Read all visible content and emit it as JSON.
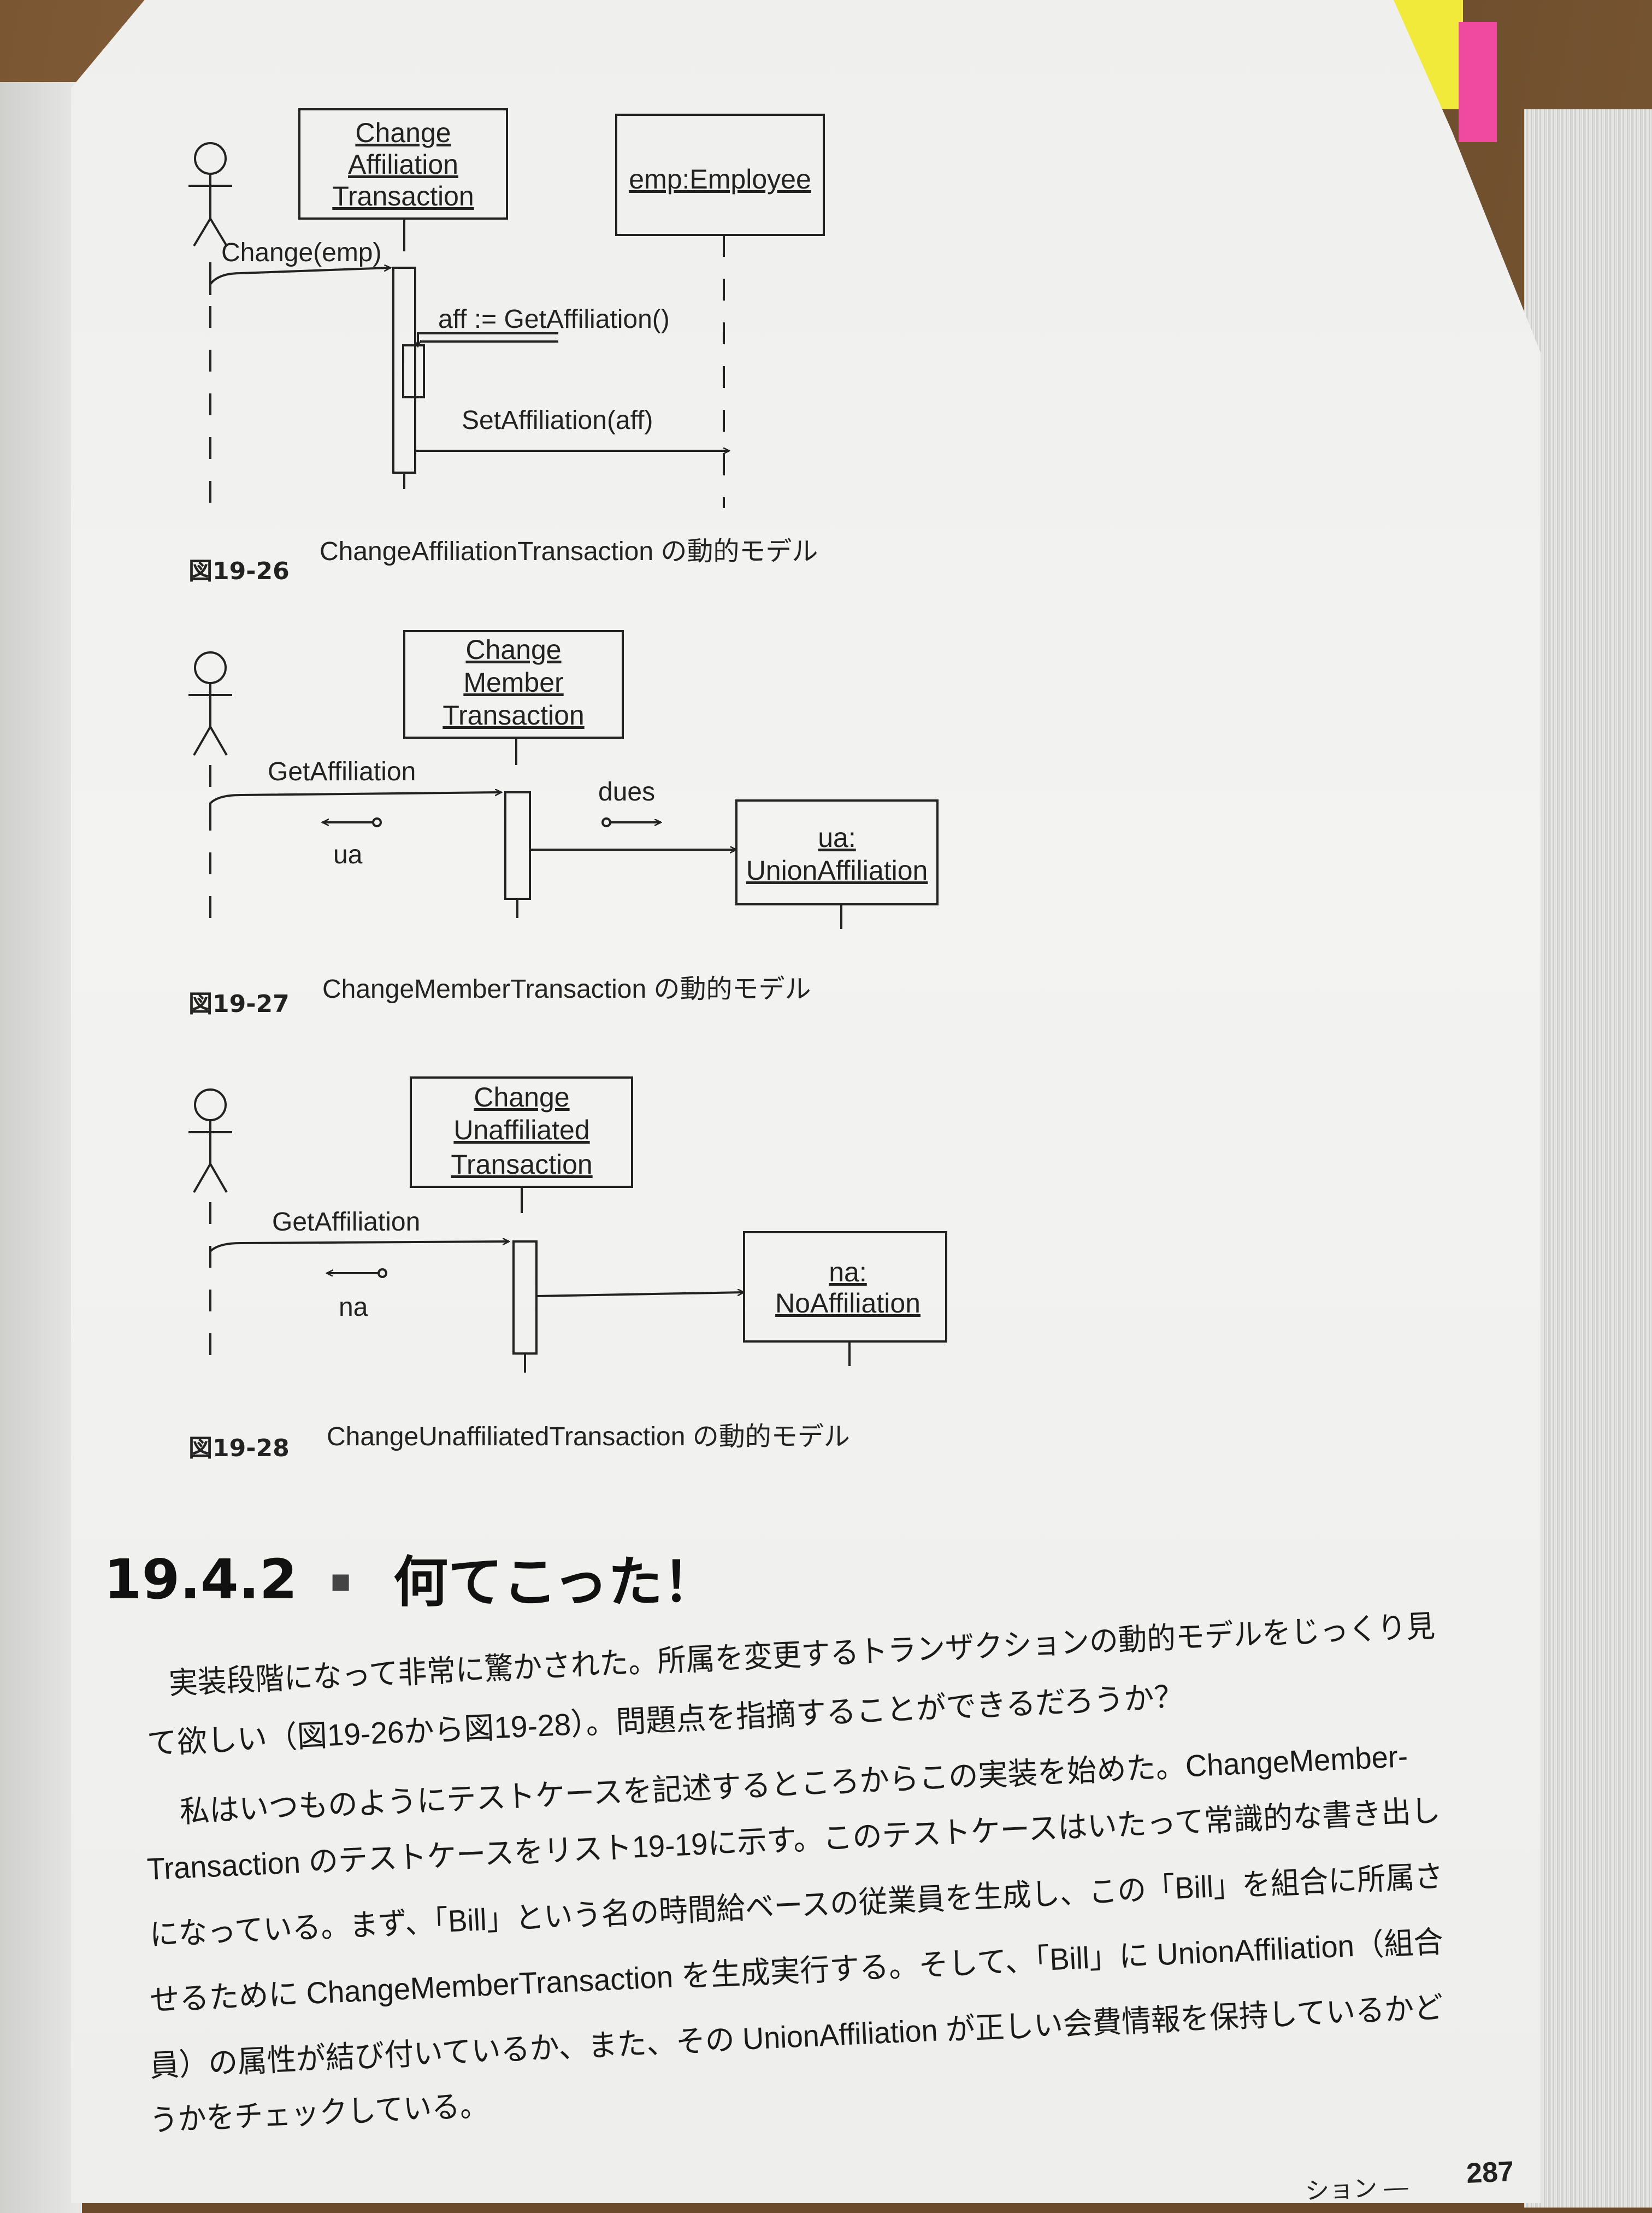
{
  "figure26": {
    "box_change": [
      "Change",
      "Affiliation",
      "Transaction"
    ],
    "box_emp": "emp:Employee",
    "msg_change": "Change(emp)",
    "msg_get": "aff := GetAffiliation()",
    "msg_set": "SetAffiliation(aff)",
    "caption_label": "図19-26",
    "caption_text": "ChangeAffiliationTransaction の動的モデル"
  },
  "figure27": {
    "box_change": [
      "Change",
      "Member",
      "Transaction"
    ],
    "box_ua": [
      "ua:",
      "UnionAffiliation"
    ],
    "msg_get": "GetAffiliation",
    "ret_ua": "ua",
    "arg_dues": "dues",
    "caption_label": "図19-27",
    "caption_text": "ChangeMemberTransaction の動的モデル"
  },
  "figure28": {
    "box_change": [
      "Change",
      "Unaffiliated",
      "Transaction"
    ],
    "box_na": [
      "na:",
      "NoAffiliation"
    ],
    "msg_get": "GetAffiliation",
    "ret_na": "na",
    "caption_label": "図19-28",
    "caption_text": "ChangeUnaffiliatedTransaction の動的モデル"
  },
  "section": {
    "number": "19.4.2",
    "marker": "■",
    "title": "何てこった！"
  },
  "body_lines": [
    "実装段階になって非常に驚かされた。所属を変更するトランザクションの動的モデルをじっくり見",
    "て欲しい（図19-26から図19-28）。問題点を指摘することができるだろうか？",
    "私はいつものようにテストケースを記述するところからこの実装を始めた。ChangeMember-",
    "Transaction のテストケースをリスト19-19に示す。このテストケースはいたって常識的な書き出し",
    "になっている。まず、「Bill」という名の時間給ベースの従業員を生成し、この「Bill」を組合に所属さ",
    "せるために ChangeMemberTransaction を生成実行する。そして、「Bill」に UnionAffiliation（組合",
    "員）の属性が結び付いているか、また、その UnionAffiliation が正しい会費情報を保持しているかど",
    "うかをチェックしている。"
  ],
  "footer": {
    "running_head": "ション —",
    "page_number": "287"
  }
}
